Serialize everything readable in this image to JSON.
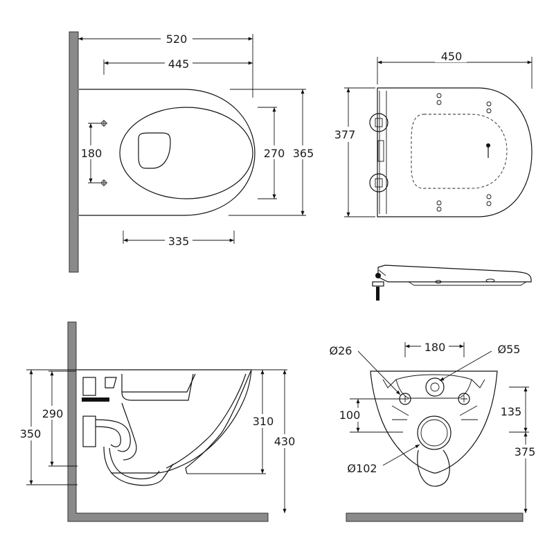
{
  "top_view": {
    "dim_overall_length": "520",
    "dim_bowl_length": "445",
    "dim_fixing_spacing": "180",
    "dim_opening_depth": "270",
    "dim_overall_width": "365",
    "dim_opening_length": "335"
  },
  "seat_view": {
    "dim_seat_length": "450",
    "dim_seat_width": "377"
  },
  "side_view": {
    "dim_outlet_height": "290",
    "dim_overall_height": "350",
    "dim_rim_to_floor_inner": "310",
    "dim_rim_height": "430"
  },
  "rear_view": {
    "dim_fixing_hole_diameter": "Ø26",
    "dim_fixing_centres": "180",
    "dim_inlet_diameter": "Ø55",
    "dim_fixing_height": "100",
    "dim_inlet_offset": "135",
    "dim_outlet_diameter": "Ø102",
    "dim_outlet_height": "375"
  },
  "colors": {
    "wall": "#8a8a8a",
    "line": "#111111",
    "background": "#ffffff"
  }
}
